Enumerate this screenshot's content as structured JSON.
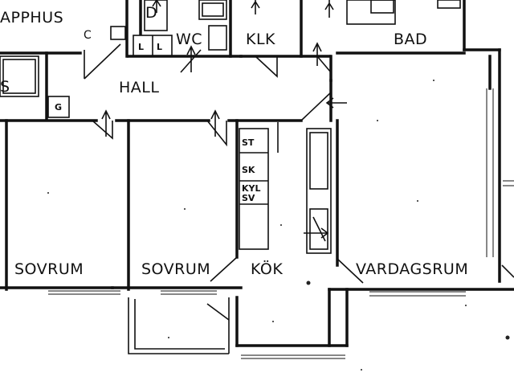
{
  "rooms": {
    "trapphus": "APPHUS",
    "d": "D",
    "wc": "WC",
    "klk": "KLK",
    "bad": "BAD",
    "s": "S",
    "hall": "HALL",
    "sovrum_1": "SOVRUM",
    "sovrum_2": "SOVRUM",
    "kok": "KÖK",
    "vardagsrum": "VARDAGSRUM"
  },
  "fixtures": {
    "c": "C",
    "l1": "L",
    "l2": "L",
    "g": "G",
    "st": "ST",
    "sk": "SK",
    "kyl": "KYL",
    "sv": "SV"
  }
}
